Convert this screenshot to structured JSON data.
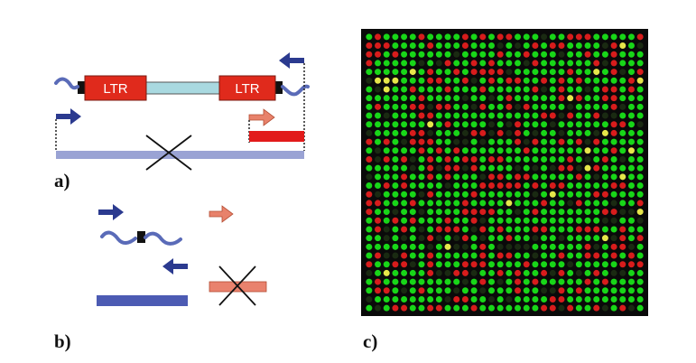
{
  "labels": {
    "panel_a": "a)",
    "panel_b": "b)",
    "panel_c": "c)",
    "ltr_left": "LTR",
    "ltr_right": "LTR"
  },
  "colors": {
    "ltr_box": "#e02a1c",
    "ltr_link": "#a9d9e0",
    "wave": "#5a6bb8",
    "arrow_dark": "#2b3a8f",
    "arrow_light": "#e8826b",
    "bar_blue": "#9aa3d4",
    "bar_dark_blue": "#4c5bb3",
    "bar_red": "#e21b1b",
    "bar_salmon": "#e9826d",
    "microarray_bg": "#0a0a0a",
    "spot_green": "#18d618",
    "spot_red": "#d81c1c",
    "spot_yellow": "#e6e64a",
    "spot_dark": "#1a2a12"
  },
  "microarray": {
    "grid_size": 32,
    "fractions": {
      "green": 0.6,
      "red": 0.26,
      "yellow": 0.02,
      "dark": 0.12
    }
  }
}
